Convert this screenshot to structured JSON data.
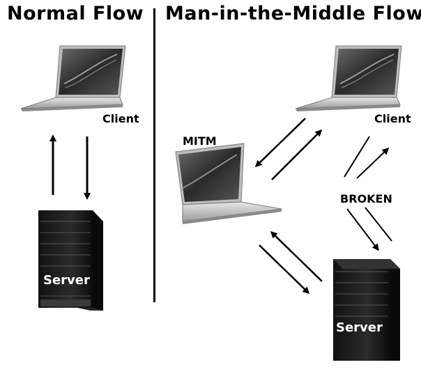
{
  "headings": {
    "normal": "Normal Flow",
    "mitm": "Man-in-the-Middle Flow"
  },
  "normal_flow": {
    "client_label": "Client",
    "server_label": "Server"
  },
  "mitm_flow": {
    "client_label": "Client",
    "server_label": "Server",
    "attacker_label": "MITM",
    "broken_label": "BROKEN"
  },
  "icons": [
    "laptop-icon",
    "server-icon",
    "arrow-icon"
  ],
  "colors": {
    "text": "#000000",
    "server_body": "#1a1a1a",
    "laptop_body": "#c8c8c8",
    "screen": "#3a3a3a"
  }
}
